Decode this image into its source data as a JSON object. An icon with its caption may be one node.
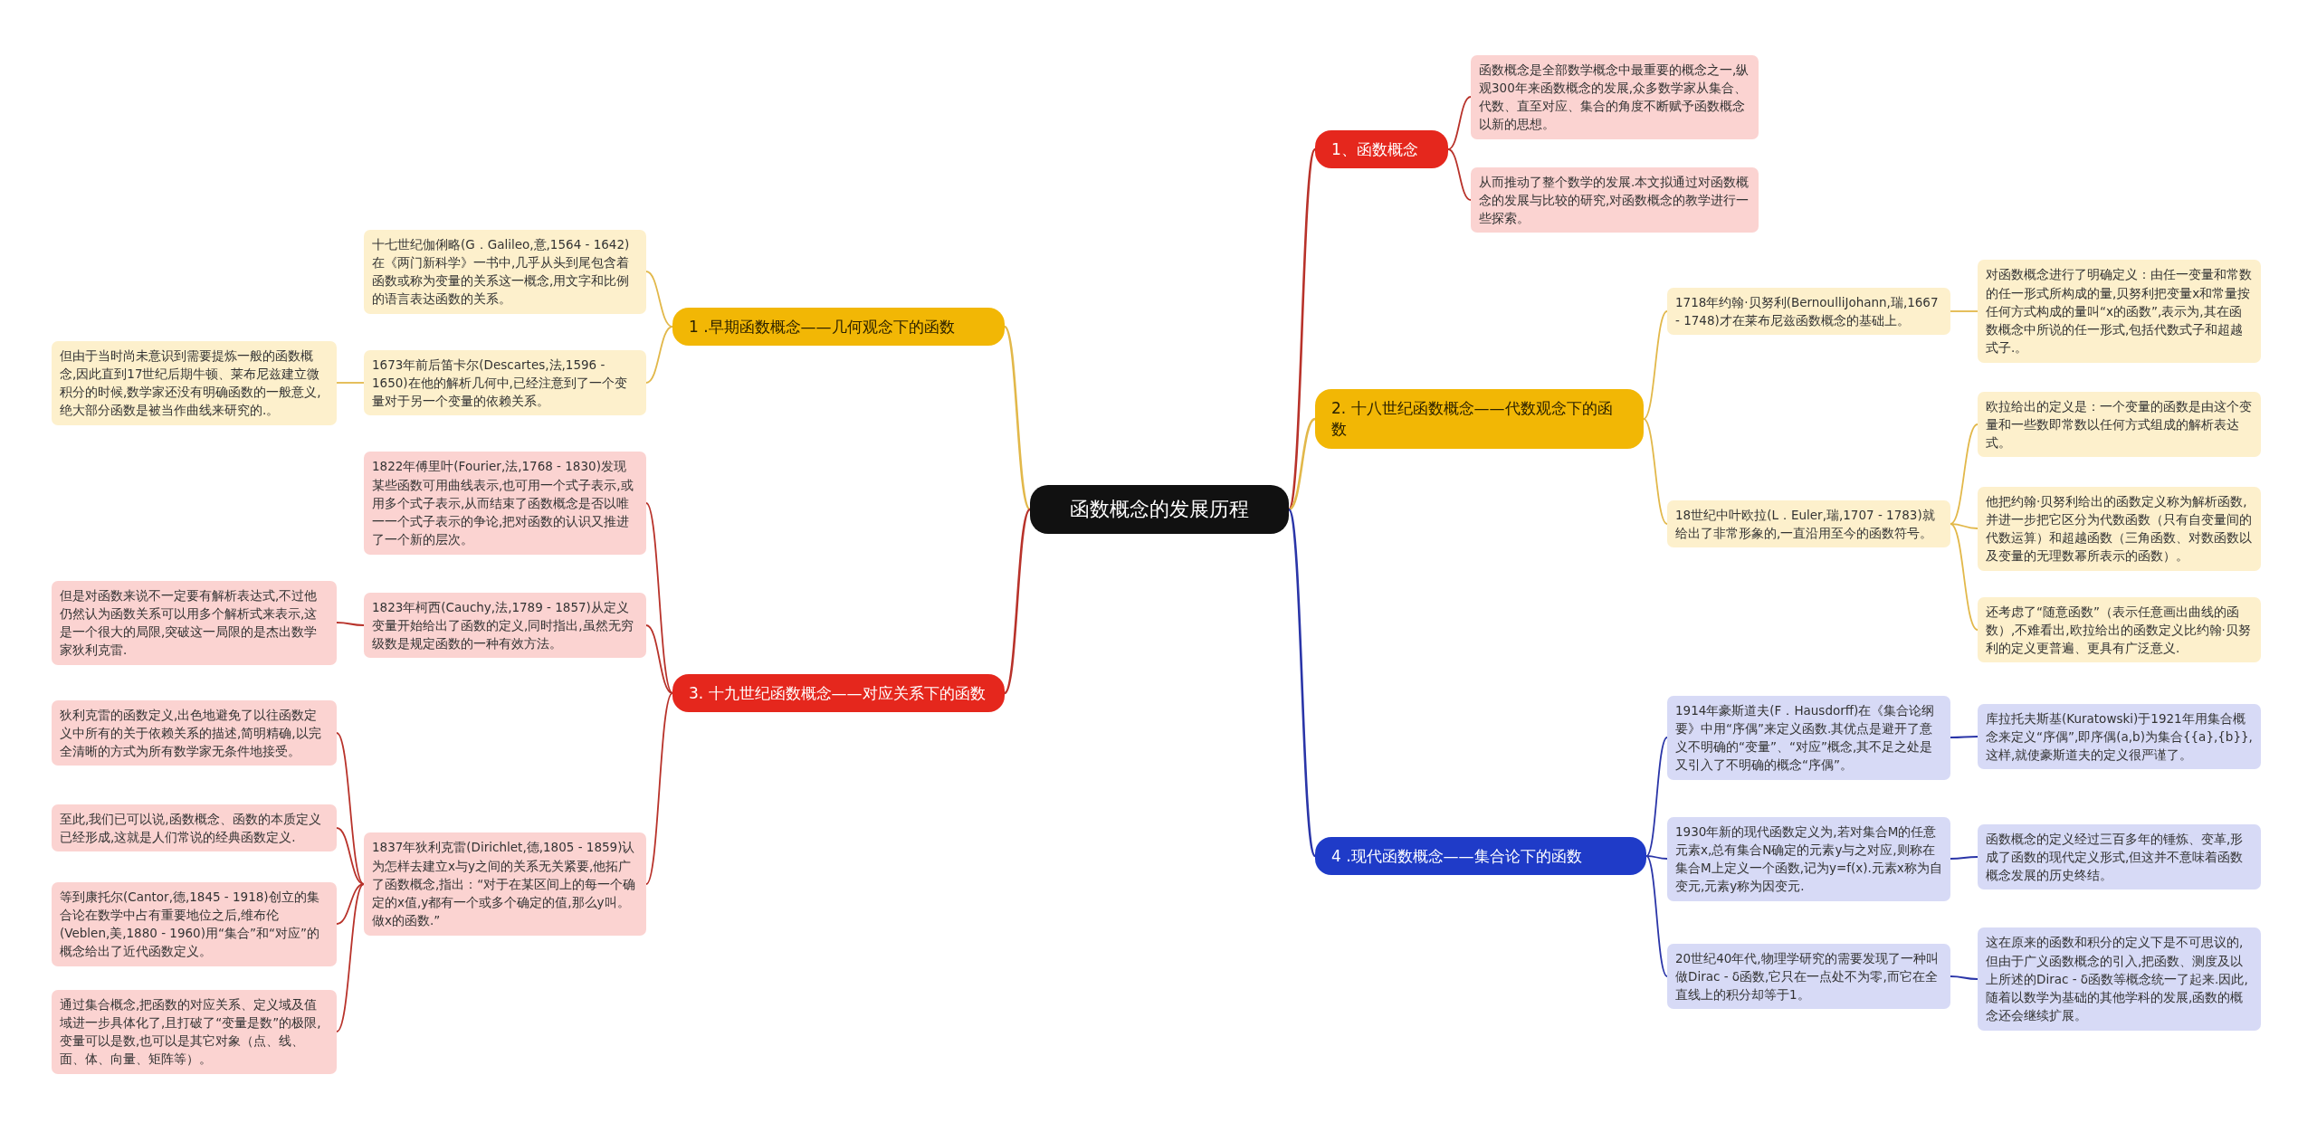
{
  "diagram": {
    "nodes": [
      {
        "text": [
          "函数概念的发展历程"
        ]
      },
      {
        "text": [
          "1、函数概念"
        ]
      },
      {
        "text": [
          "函数概念是全部数学概念中最重要的概念之一,纵观300年来函数概念的发展,众多数学家从集合、代数、直至对应、集合的角度不断赋予函数概念以新的思想。"
        ]
      },
      {
        "text": [
          "从而推动了整个数学的发展.本文拟通过对函数概念的发展与比较的研究,对函数概念的教学进行一些探索。"
        ]
      },
      {
        "text": [
          "2. 十八世纪函数概念——代数观念下的函数"
        ]
      },
      {
        "text": [
          "1718年约翰·贝努利(BernoulliJohann,瑞,1667 - 1748)才在莱布尼兹函数概念的基础上。"
        ]
      },
      {
        "text": [
          "对函数概念进行了明确定义：由任一变量和常数的任一形式所构成的量,贝努利把变量x和常量按任何方式构成的量叫“x的函数”,表示为,其在函数概念中所说的任一形式,包括代数式子和超越式子.。"
        ]
      },
      {
        "text": [
          "18世纪中叶欧拉(L．Euler,瑞,1707 - 1783)就给出了非常形象的,一直沿用至今的函数符号。"
        ]
      },
      {
        "text": [
          "欧拉给出的定义是：一个变量的函数是由这个变量和一些数即常数以任何方式组成的解析表达式。"
        ]
      },
      {
        "text": [
          "他把约翰·贝努利给出的函数定义称为解析函数,并进一步把它区分为代数函数（只有自变量间的代数运算）和超越函数（三角函数、对数函数以及变量的无理数幂所表示的函数）。"
        ]
      },
      {
        "text": [
          "还考虑了“随意函数”（表示任意画出曲线的函数）,不难看出,欧拉给出的函数定义比约翰·贝努利的定义更普遍、更具有广泛意义."
        ]
      },
      {
        "text": [
          "4 .现代函数概念——集合论下的函数"
        ]
      },
      {
        "text": [
          "1914年豪斯道夫(F．Hausdorff)在《集合论纲要》中用“序偶”来定义函数.其优点是避开了意义不明确的“变量”、“对应”概念,其不足之处是又引入了不明确的概念“序偶”。"
        ]
      },
      {
        "text": [
          "库拉托夫斯基(Kuratowski)于1921年用集合概念来定义“序偶”,即序偶(a,b)为集合{{a},{b}},这样,就使豪斯道夫的定义很严谨了。"
        ]
      },
      {
        "text": [
          "1930年新的现代函数定义为,若对集合M的任意元素x,总有集合N确定的元素y与之对应,则称在集合M上定义一个函数,记为y=f(x).元素x称为自变元,元素y称为因变元."
        ]
      },
      {
        "text": [
          "函数概念的定义经过三百多年的锤炼、变革,形成了函数的现代定义形式,但这并不意味着函数概念发展的历史终结。"
        ]
      },
      {
        "text": [
          "20世纪40年代,物理学研究的需要发现了一种叫做Dirac - δ函数,它只在一点处不为零,而它在全直线上的积分却等于1。"
        ]
      },
      {
        "text": [
          "这在原来的函数和积分的定义下是不可思议的,但由于广义函数概念的引入,把函数、测度及以上所述的Dirac - δ函数等概念统一了起来.因此,随着以数学为基础的其他学科的发展,函数的概念还会继续扩展。"
        ]
      },
      {
        "text": [
          "1 .早期函数概念——几何观念下的函数"
        ]
      },
      {
        "text": [
          "十七世纪伽俐略(G．Galileo,意,1564 - 1642)在《两门新科学》一书中,几乎从头到尾包含着函数或称为变量的关系这一概念,用文字和比例的语言表达函数的关系。"
        ]
      },
      {
        "text": [
          "1673年前后笛卡尔(Descartes,法,1596 - 1650)在他的解析几何中,已经注意到了一个变量对于另一个变量的依赖关系。"
        ]
      },
      {
        "text": [
          "但由于当时尚未意识到需要提炼一般的函数概念,因此直到17世纪后期牛顿、莱布尼兹建立微积分的时候,数学家还没有明确函数的一般意义,绝大部分函数是被当作曲线来研究的.。"
        ]
      },
      {
        "text": [
          "3. 十九世纪函数概念——对应关系下的函数"
        ]
      },
      {
        "text": [
          "1822年傅里叶(Fourier,法,1768 - 1830)发现某些函数可用曲线表示,也可用一个式子表示,或用多个式子表示,从而结束了函数概念是否以唯一一个式子表示的争论,把对函数的认识又推进了一个新的层次。"
        ]
      },
      {
        "text": [
          "1823年柯西(Cauchy,法,1789 - 1857)从定义变量开始给出了函数的定义,同时指出,虽然无穷级数是规定函数的一种有效方法。"
        ]
      },
      {
        "text": [
          "但是对函数来说不一定要有解析表达式,不过他仍然认为函数关系可以用多个解析式来表示,这是一个很大的局限,突破这一局限的是杰出数学家狄利克雷."
        ]
      },
      {
        "text": [
          "1837年狄利克雷(Dirichlet,德,1805 - 1859)认为怎样去建立x与y之间的关系无关紧要,他拓广了函数概念,指出：“对于在某区间上的每一个确定的x值,y都有一个或多个确定的值,那么y叫。做x的函数.”"
        ]
      },
      {
        "text": [
          "狄利克雷的函数定义,出色地避免了以往函数定义中所有的关于依赖关系的描述,简明精确,以完全清晰的方式为所有数学家无条件地接受。"
        ]
      },
      {
        "text": [
          "至此,我们已可以说,函数概念、函数的本质定义已经形成,这就是人们常说的经典函数定义."
        ]
      },
      {
        "text": [
          "等到康托尔(Cantor,德,1845 - 1918)创立的集合论在数学中占有重要地位之后,维布伦(Veblen,美,1880 - 1960)用“集合”和“对应”的概念给出了近代函数定义。"
        ]
      },
      {
        "text": [
          "通过集合概念,把函数的对应关系、定义域及值域进一步具体化了,且打破了“变量是数”的极限,变量可以是数,也可以是其它对象（点、线、面、体、向量、矩阵等）。"
        ]
      }
    ],
    "edges": [
      {
        "from": 0,
        "to": 1,
        "arrow": "none"
      },
      {
        "from": 1,
        "to": 2,
        "arrow": "none"
      },
      {
        "from": 1,
        "to": 3,
        "arrow": "none"
      },
      {
        "from": 0,
        "to": 4,
        "arrow": "none",
        "color": "#e2b84a"
      },
      {
        "from": 4,
        "to": 5,
        "arrow": "none",
        "color": "#e2b84a"
      },
      {
        "from": 5,
        "to": 6,
        "arrow": "none",
        "color": "#e2b84a"
      },
      {
        "from": 4,
        "to": 7,
        "arrow": "none",
        "color": "#e2b84a"
      },
      {
        "from": 7,
        "to": 8,
        "arrow": "none",
        "color": "#e2b84a"
      },
      {
        "from": 7,
        "to": 9,
        "arrow": "none",
        "color": "#e2b84a"
      },
      {
        "from": 7,
        "to": 10,
        "arrow": "none",
        "color": "#e2b84a"
      },
      {
        "from": 0,
        "to": 11,
        "arrow": "none",
        "color": "#2a35a8"
      },
      {
        "from": 11,
        "to": 12,
        "arrow": "none",
        "color": "#2a35a8"
      },
      {
        "from": 12,
        "to": 13,
        "arrow": "none",
        "color": "#2a35a8"
      },
      {
        "from": 11,
        "to": 14,
        "arrow": "none",
        "color": "#2a35a8"
      },
      {
        "from": 14,
        "to": 15,
        "arrow": "none",
        "color": "#2a35a8"
      },
      {
        "from": 11,
        "to": 16,
        "arrow": "none",
        "color": "#2a35a8"
      },
      {
        "from": 16,
        "to": 17,
        "arrow": "none",
        "color": "#2a35a8"
      },
      {
        "from": 0,
        "to": 18,
        "arrow": "none",
        "color": "#e2b84a"
      },
      {
        "from": 18,
        "to": 19,
        "arrow": "none",
        "color": "#e2b84a"
      },
      {
        "from": 18,
        "to": 20,
        "arrow": "none",
        "color": "#e2b84a"
      },
      {
        "from": 20,
        "to": 21,
        "arrow": "none",
        "color": "#e2b84a"
      },
      {
        "from": 0,
        "to": 22,
        "arrow": "none"
      },
      {
        "from": 22,
        "to": 23,
        "arrow": "none"
      },
      {
        "from": 22,
        "to": 24,
        "arrow": "none"
      },
      {
        "from": 24,
        "to": 25,
        "arrow": "none"
      },
      {
        "from": 22,
        "to": 26,
        "arrow": "none"
      },
      {
        "from": 26,
        "to": 27,
        "arrow": "none"
      },
      {
        "from": 26,
        "to": 28,
        "arrow": "none"
      },
      {
        "from": 26,
        "to": 29,
        "arrow": "none"
      },
      {
        "from": 26,
        "to": 30,
        "arrow": "none"
      }
    ]
  }
}
